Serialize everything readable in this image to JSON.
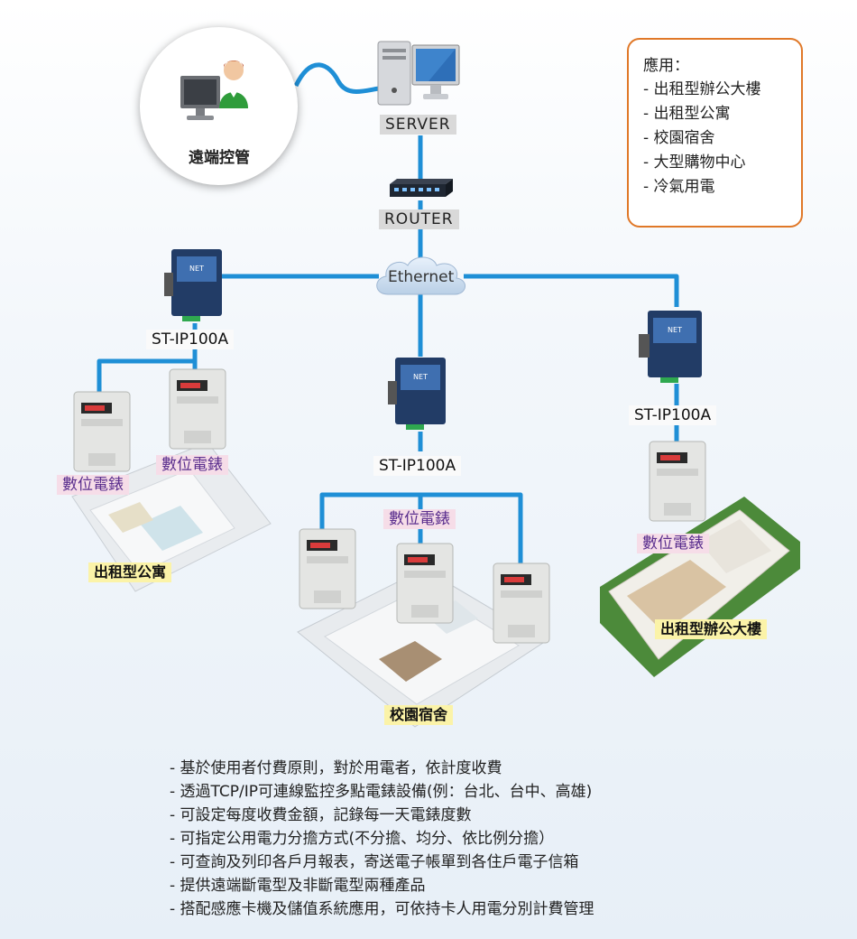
{
  "remote": {
    "label": "遠端控管"
  },
  "server": {
    "label": "SERVER"
  },
  "router": {
    "label": "ROUTER"
  },
  "network": {
    "label": "Ethernet"
  },
  "converters": [
    {
      "label": "ST-IP100A",
      "panel_text": "NET"
    },
    {
      "label": "ST-IP100A",
      "panel_text": "NET"
    },
    {
      "label": "ST-IP100A",
      "panel_text": "NET"
    }
  ],
  "meter_labels": {
    "left_a": "數位電錶",
    "left_b": "數位電錶",
    "center": "數位電錶",
    "right": "數位電錶"
  },
  "sites": {
    "apartment": "出租型公寓",
    "dorm": "校園宿舍",
    "office": "出租型辦公大樓"
  },
  "applications": {
    "title": "應用：",
    "items": [
      "- 出租型辦公大樓",
      "- 出租型公寓",
      "- 校園宿舍",
      "- 大型購物中心",
      "- 冷氣用電"
    ]
  },
  "features": [
    "- 基於使用者付費原則，對於用電者，依計度收費",
    "- 透過TCP/IP可連線監控多點電錶設備(例：台北、台中、高雄)",
    "- 可設定每度收費金額，記錄每一天電錶度數",
    "- 可指定公用電力分擔方式(不分擔、均分、依比例分擔）",
    "- 可查詢及列印各戶月報表，寄送電子帳單到各住戶電子信箱",
    "- 提供遠端斷電型及非斷電型兩種產品",
    "- 搭配感應卡機及儲值系統應用，可依持卡人用電分別計費管理"
  ],
  "colors": {
    "link": "#1f8fd6",
    "apps_border": "#e07828",
    "meter_label": "#5b2f8e",
    "site_label_bg": "#fbf3a8"
  }
}
